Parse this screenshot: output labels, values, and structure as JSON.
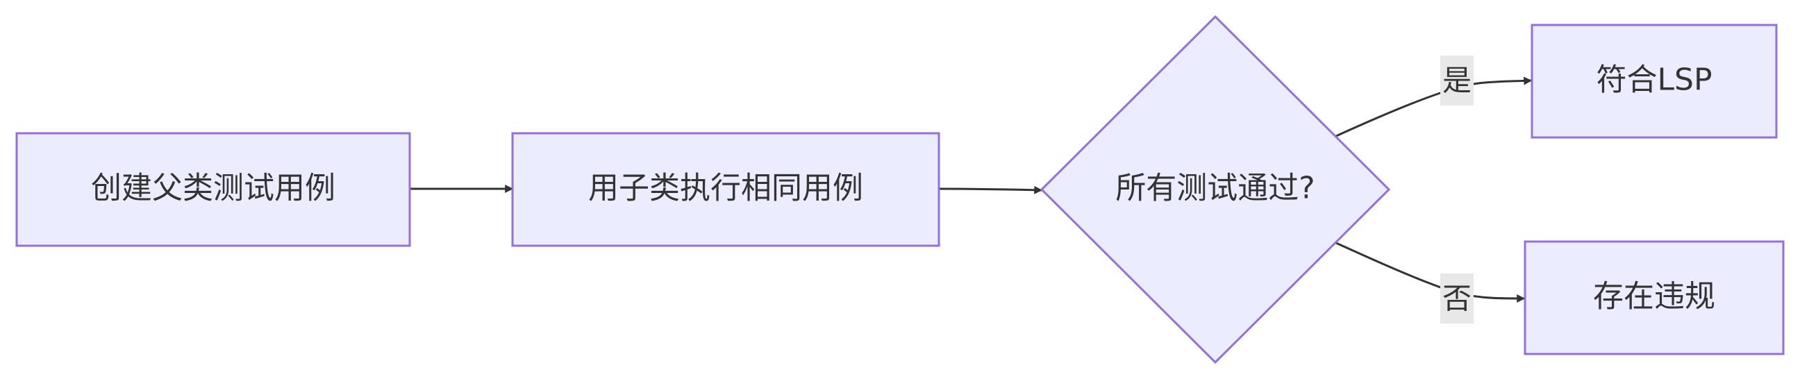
{
  "nodes": {
    "create_parent_tests": "创建父类测试用例",
    "run_with_subclass": "用子类执行相同用例",
    "all_tests_pass": "所有测试通过?",
    "complies_lsp": "符合LSP",
    "violation_exists": "存在违规"
  },
  "edges": {
    "yes_label": "是",
    "no_label": "否"
  },
  "colors": {
    "node_fill": "#ececff",
    "node_stroke": "#9370db",
    "edge": "#333333",
    "label_bg": "#e8e8e8"
  }
}
